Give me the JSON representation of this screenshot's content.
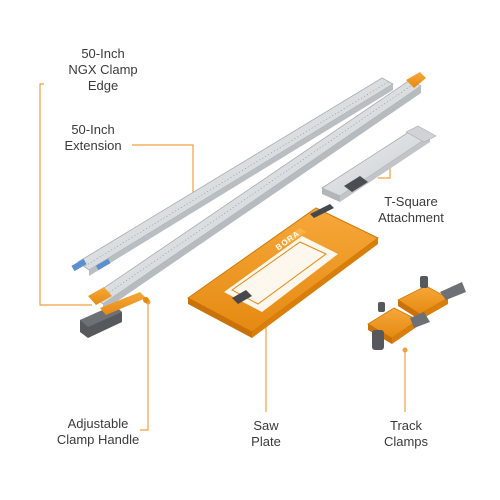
{
  "labels": {
    "clamp_edge": [
      "50-Inch",
      "NGX Clamp",
      "Edge"
    ],
    "extension": [
      "50-Inch",
      "Extension"
    ],
    "t_square": [
      "T-Square",
      "Attachment"
    ],
    "clamp_handle": [
      "Adjustable",
      "Clamp Handle"
    ],
    "saw_plate": [
      "Saw",
      "Plate"
    ],
    "track_clamps": [
      "Track",
      "Clamps"
    ]
  },
  "product_brand": "BORA",
  "colors": {
    "accent": "#f39a1e",
    "accent_dark": "#d97e0a",
    "aluminum": "#d9dcdf",
    "aluminum_dark": "#9ea3a8",
    "text": "#3a3a3a",
    "leader_line": "#f0a040"
  }
}
